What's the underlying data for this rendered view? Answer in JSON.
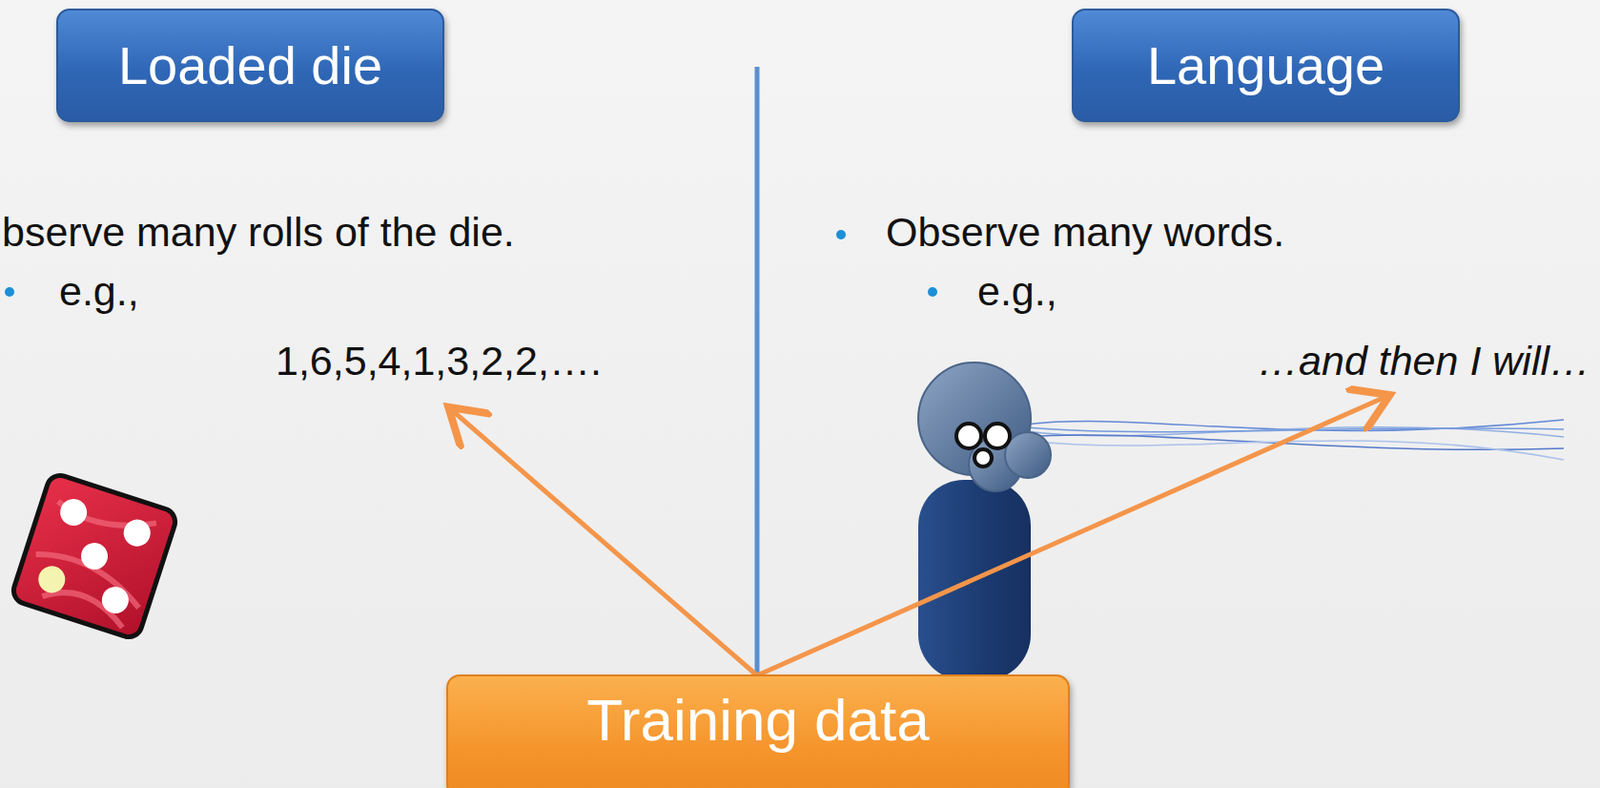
{
  "diagram": {
    "nodes": [
      {
        "text": [
          "Loaded die"
        ]
      },
      {
        "text": [
          "Language"
        ]
      },
      {
        "text": [
          "Training data"
        ]
      }
    ],
    "labels": [
      "bserve many rolls of the die.",
      "e.g.,",
      "1,6,5,4,1,3,2,2,….",
      "Observe many words.",
      "e.g.,",
      "…and then I will…"
    ]
  }
}
